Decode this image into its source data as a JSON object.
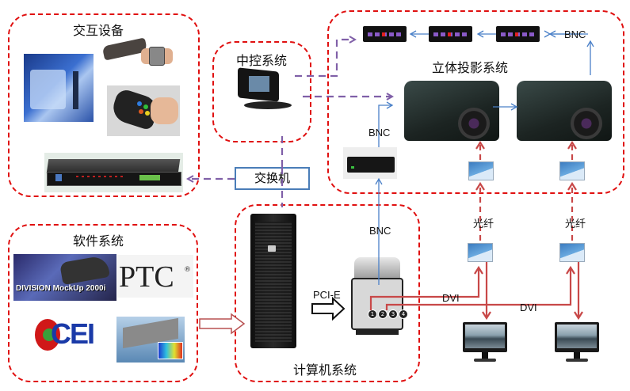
{
  "groups": {
    "interaction": {
      "title": "交互设备"
    },
    "central_control": {
      "title": "中控系统"
    },
    "stereo_projection": {
      "title": "立体投影系统"
    },
    "software": {
      "title": "软件系统"
    },
    "computer": {
      "title": "计算机系统"
    }
  },
  "switch": {
    "label": "交换机"
  },
  "connections": {
    "bnc_top": "BNC",
    "bnc_mid": "BNC",
    "bnc_low": "BNC",
    "pcie": "PCI-E",
    "dvi_1": "DVI",
    "dvi_2": "DVI",
    "fiber_1": "光纤",
    "fiber_2": "光纤"
  },
  "logos": {
    "division": "DIVISION MockUp 2000i",
    "ptc": "PTC",
    "ptc_mark": "®",
    "cei": "CEI"
  },
  "graphics_ports": [
    "1",
    "2",
    "3",
    "4"
  ],
  "colors": {
    "group_border": "#e01010",
    "network_line": "#8060a8",
    "bnc_line": "#4a80c8",
    "dvi_line": "#c84848",
    "switch_border": "#4a7db8"
  }
}
